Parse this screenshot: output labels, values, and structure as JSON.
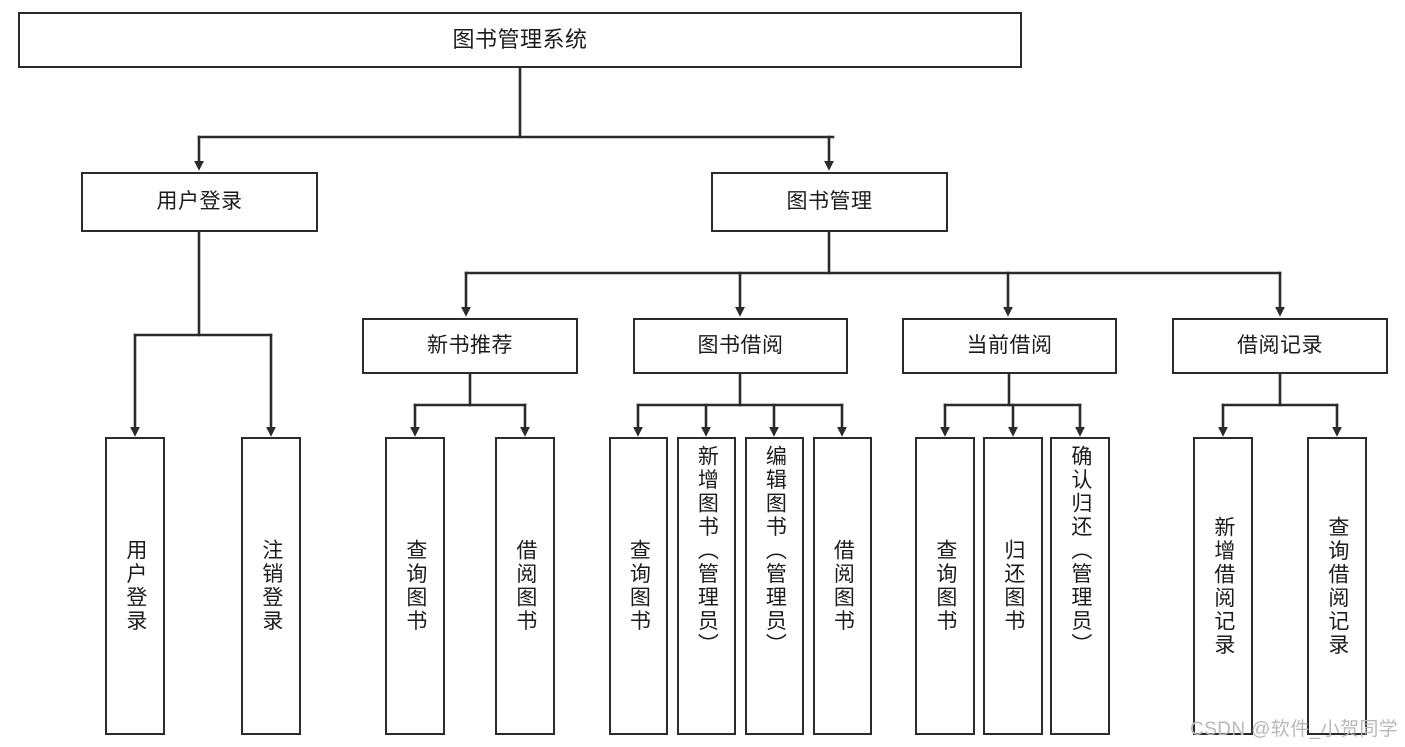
{
  "diagram": {
    "type": "tree-hierarchy-chart",
    "title": "图书管理系统",
    "watermark": "CSDN @软件_小贺同学",
    "colors": {
      "stroke": "#2b2b2b",
      "fill": "#ffffff",
      "text": "#1c1c1c",
      "watermark": "#b9b9b9"
    },
    "levels": {
      "root": {
        "label": "图书管理系统"
      },
      "level2": [
        {
          "label": "用户登录"
        },
        {
          "label": "图书管理"
        }
      ],
      "level3": [
        {
          "label": "新书推荐"
        },
        {
          "label": "图书借阅"
        },
        {
          "label": "当前借阅"
        },
        {
          "label": "借阅记录"
        }
      ],
      "leaves": {
        "user_login_children": [
          {
            "label": "用户登录"
          },
          {
            "label": "注销登录"
          }
        ],
        "new_book_children": [
          {
            "label": "查询图书"
          },
          {
            "label": "借阅图书"
          }
        ],
        "book_borrow_children": [
          {
            "label": "查询图书"
          },
          {
            "label": "新增图书（管理员）"
          },
          {
            "label": "编辑图书（管理员）"
          },
          {
            "label": "借阅图书"
          }
        ],
        "current_borrow_children": [
          {
            "label": "查询图书"
          },
          {
            "label": "归还图书"
          },
          {
            "label": "确认归还（管理员）"
          }
        ],
        "borrow_record_children": [
          {
            "label": "新增借阅记录"
          },
          {
            "label": "查询借阅记录"
          }
        ]
      }
    }
  }
}
